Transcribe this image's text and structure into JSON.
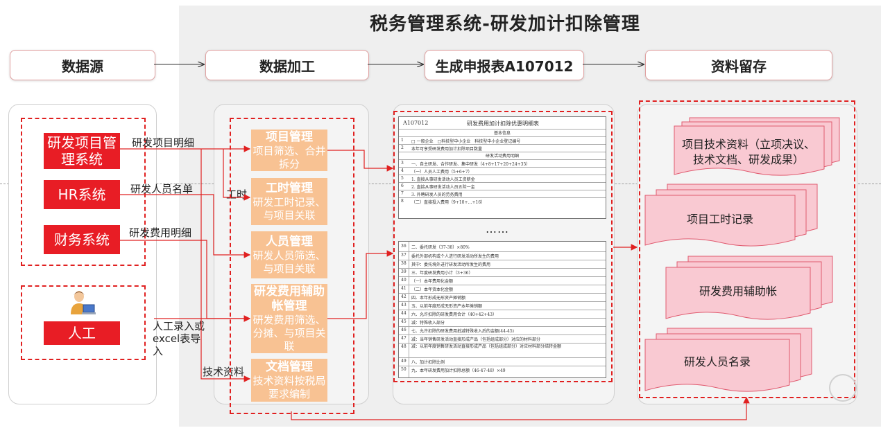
{
  "title": "税务管理系统-研发加计扣除管理",
  "stages": {
    "source": "数据源",
    "process": "数据加工",
    "report": "生成申报表A107012",
    "archive": "资料留存"
  },
  "sources": {
    "rd_project": "研发项目管理系统",
    "hr": "HR系统",
    "finance": "财务系统",
    "manual": "人工"
  },
  "flow_labels": {
    "rd_detail": "研发项目明细",
    "hr_detail": "研发人员名单",
    "fee_detail": "研发费用明细",
    "work_hours": "工时",
    "manual_import": "人工录入或excel表导入",
    "tech_docs": "技术资料"
  },
  "modules": [
    {
      "title": "项目管理",
      "desc": "项目筛选、合并拆分"
    },
    {
      "title": "工时管理",
      "desc": "研发工时记录、与项目关联"
    },
    {
      "title": "人员管理",
      "desc": "研发人员筛选、与项目关联"
    },
    {
      "title": "研发费用辅助帐管理",
      "desc": "研发费用筛选、分摊、与项目关联"
    },
    {
      "title": "文档管理",
      "desc": "技术资料按税局要求编制"
    }
  ],
  "form": {
    "code": "A107012",
    "title": "研发费用加计扣除优惠明细表",
    "section_basic": "基本信息",
    "section_detail": "研发活动费用明细",
    "top_rows": [
      {
        "n": "1",
        "c": "□ 一般企业　□科技型中小企业　科技型中小企业登记编号"
      },
      {
        "n": "2",
        "c": "本年可享受研发费用加计扣除项目数量"
      },
      {
        "n": "3",
        "c": "一、自主研发、合作研发、集中研发（4+8+17+20+24+35）"
      },
      {
        "n": "4",
        "c": "（一）人员人工费用（5+6+7）"
      },
      {
        "n": "5",
        "c": "1. 直接从事研发活动人员工资薪金"
      },
      {
        "n": "6",
        "c": "2. 直接从事研发活动人员五险一金"
      },
      {
        "n": "7",
        "c": "3. 外聘研发人员的劳务费用"
      },
      {
        "n": "8",
        "c": "（二）直接投入费用（9+10+…+16）"
      }
    ],
    "ellipsis": "……",
    "bottom_rows": [
      {
        "n": "36",
        "c": "二、委托研发（37-38）×80%"
      },
      {
        "n": "37",
        "c": "委托外部机构或个人进行研发活动所发生的费用"
      },
      {
        "n": "38",
        "c": "其中：委托境外进行研发活动所发生的费用"
      },
      {
        "n": "39",
        "c": "三、年度研发费用小计（3+36）"
      },
      {
        "n": "40",
        "c": "（一）本年费用化金额"
      },
      {
        "n": "41",
        "c": "（二）本年资本化金额"
      },
      {
        "n": "42",
        "c": "四、本年形成无形资产摊销额"
      },
      {
        "n": "43",
        "c": "五、以前年度形成无形资产本年摊销额"
      },
      {
        "n": "44",
        "c": "六、允许扣除的研发费用合计（40+42+43）"
      },
      {
        "n": "45",
        "c": "减：特殊收入部分"
      },
      {
        "n": "46",
        "c": "七、允许扣除的研发费用抵减特殊收入后的金额(44-45)"
      },
      {
        "n": "47",
        "c": "减：当年销售研发活动直接形成产品（包括组成部分）对应的材料部分"
      },
      {
        "n": "48",
        "c": "减：以前年度销售研发活动直接形成产品（包括组成部分）对应材料部分结转金额"
      },
      {
        "n": "49",
        "c": "八、加计扣除比例"
      },
      {
        "n": "50",
        "c": "九、本年研发费用加计扣除总额（46-47-48）×49"
      }
    ]
  },
  "archive_docs": [
    "项目技术资料（立项决议、技术文档、研发成果）",
    "项目工时记录",
    "研发费用辅助帐",
    "研发人员名录"
  ],
  "colors": {
    "accent_red": "#e81d25",
    "module_orange": "#f8c293",
    "doc_pink": "#f9c9d2"
  }
}
